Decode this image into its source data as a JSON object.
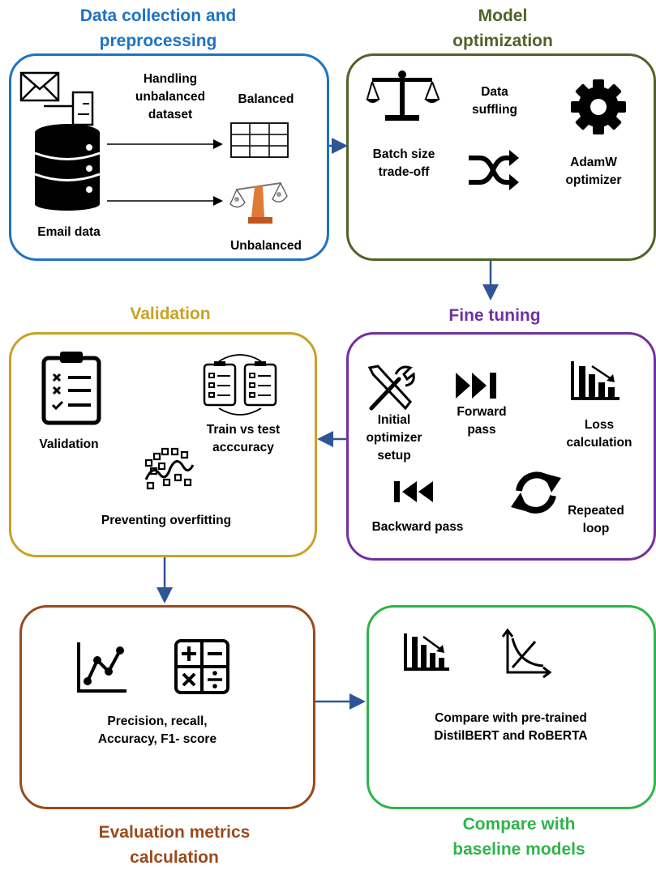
{
  "colors": {
    "data": "#1f72c3",
    "model": "#4f6228",
    "validation": "#c9a227",
    "fine": "#7030a0",
    "eval": "#9a4a1c",
    "compare": "#2fb34b",
    "arrow": "#2f5597"
  },
  "data_collection": {
    "title": "Data collection and\npreprocessing",
    "handling": "Handling\nunbalanced\ndataset",
    "balanced": "Balanced",
    "email": "Email data",
    "unbalanced": "Unbalanced"
  },
  "model_optimization": {
    "title": "Model\noptimization",
    "suffling": "Data\nsuffling",
    "batch": "Batch size\ntrade-off",
    "adamw": "AdamW\noptimizer"
  },
  "validation": {
    "title": "Validation",
    "validation_label": "Validation",
    "train_test": "Train vs test\nacccuracy",
    "overfitting": "Preventing overfitting"
  },
  "fine_tuning": {
    "title": "Fine tuning",
    "initial": "Initial\noptimizer\nsetup",
    "forward": "Forward\npass",
    "loss": "Loss\ncalculation",
    "backward": "Backward pass",
    "repeated": "Repeated\nloop"
  },
  "evaluation": {
    "title": "Evaluation metrics\ncalculation",
    "metrics": "Precision, recall,\nAccuracy, F1- score"
  },
  "compare": {
    "title": "Compare with\nbaseline models",
    "text": "Compare with pre-trained\nDistilBERT and RoBERTA"
  }
}
